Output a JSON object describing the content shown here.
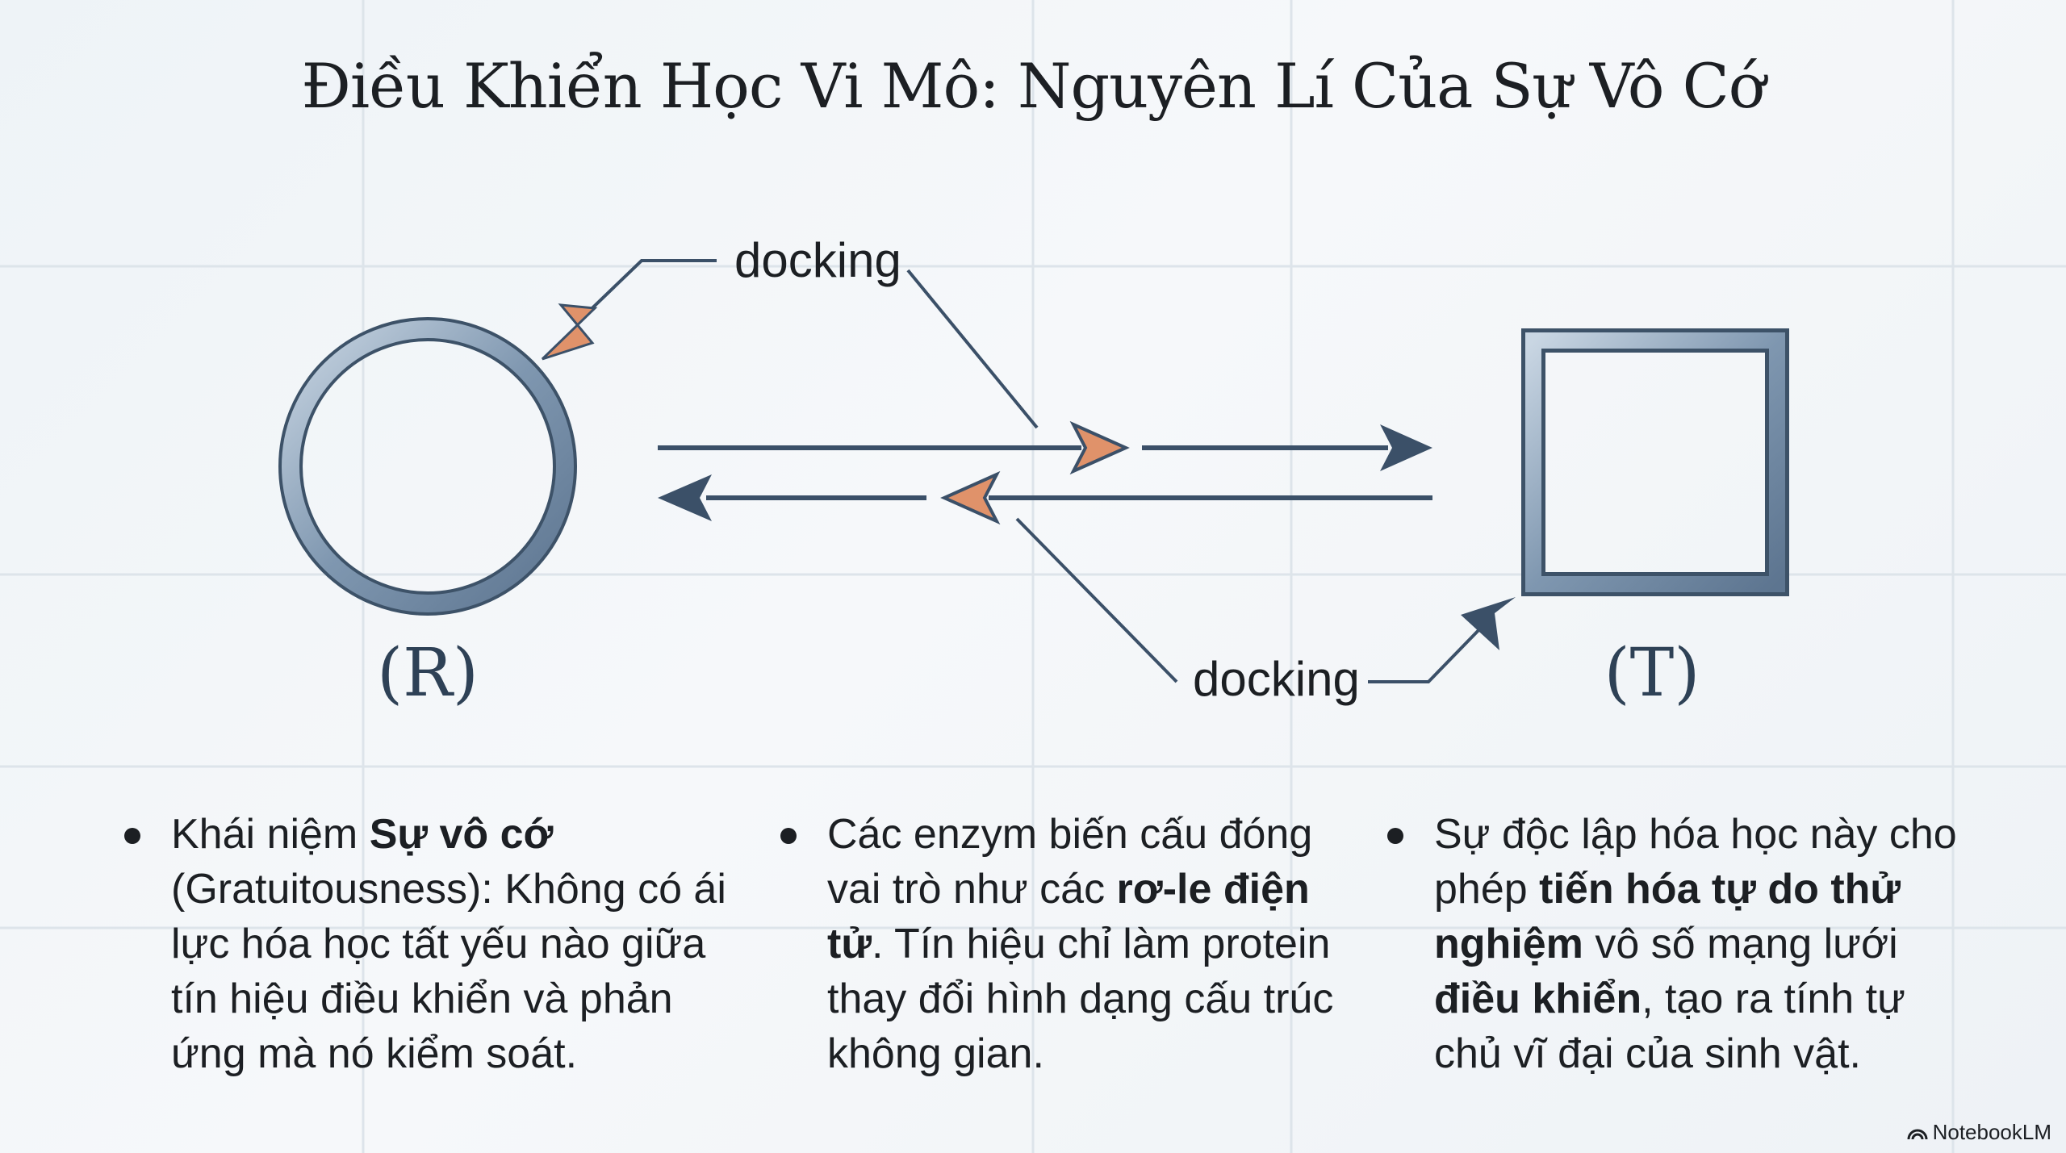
{
  "title": "Điều Khiển Học Vi Mô: Nguyên Lí Của Sự Vô Cớ",
  "diagram": {
    "docking_top": "docking",
    "docking_bottom": "docking",
    "node_r": "(R)",
    "node_t": "(T)"
  },
  "columns": [
    {
      "t1": "Khái niệm ",
      "b1": "Sự vô cớ",
      "t2": " (Gratuitousness): Không có ái lực hóa học tất yếu nào giữa tín hiệu điều khiển và phản ứng mà nó kiểm soát."
    },
    {
      "t1": "Các enzym biến cấu đóng vai trò như các ",
      "b1": "rơ-le điện tử",
      "t2": ". Tín hiệu chỉ làm protein thay đổi hình dạng cấu trúc không gian."
    },
    {
      "t1": "Sự độc lập hóa học này cho phép ",
      "b1": "tiến hóa tự do thử nghiệm",
      "t2": " vô số mạng lưới ",
      "b2": "điều khiển",
      "t3": ", tạo ra tính tự chủ vĩ đại của sinh vật."
    }
  ],
  "logo": "NotebookLM",
  "colors": {
    "arrow_dark": "#3b5068",
    "arrow_accent": "#e0926a",
    "ring": "#8fa5bd"
  }
}
